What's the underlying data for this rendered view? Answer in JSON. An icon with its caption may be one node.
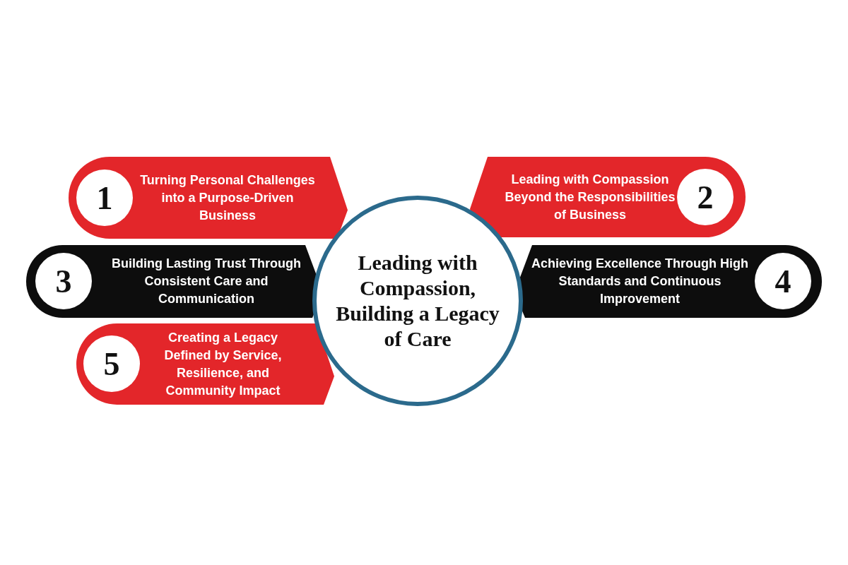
{
  "diagram": {
    "nodes": [
      {
        "text": [
          "Turning Personal Challenges into a Purpose-Driven Business"
        ]
      },
      {
        "text": [
          "1"
        ],
        "in": 0
      },
      {
        "text": [
          "Leading with Compassion Beyond the Responsibilities of Business"
        ]
      },
      {
        "text": [
          "2"
        ],
        "in": 2
      },
      {
        "text": [
          "Building Lasting Trust Through Consistent Care and Communication"
        ]
      },
      {
        "text": [
          "3"
        ],
        "in": 4
      },
      {
        "text": [
          "Leading with Compassion, Building a Legacy of Care"
        ]
      },
      {
        "text": [
          "Achieving Excellence Through High Standards and Continuous Improvement"
        ]
      },
      {
        "text": [
          "4"
        ],
        "in": 7
      },
      {
        "text": [
          "Creating a Legacy Defined by Service, Resilience, and Community Impact"
        ]
      },
      {
        "text": [
          "5"
        ],
        "in": 9
      }
    ]
  }
}
